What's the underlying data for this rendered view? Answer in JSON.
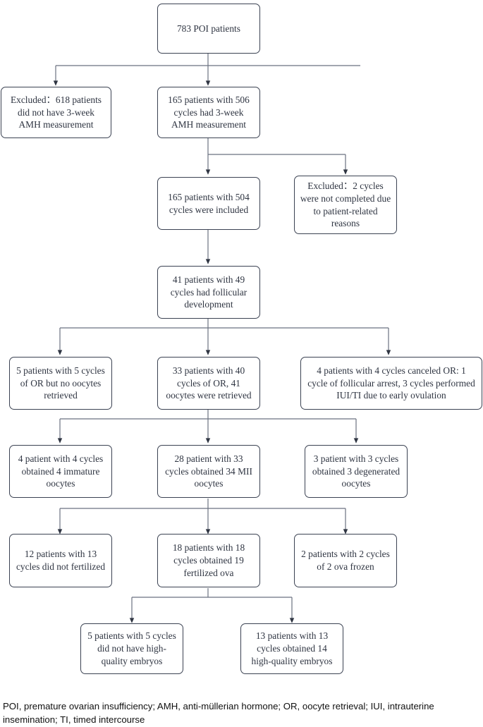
{
  "diagram": {
    "type": "flowchart",
    "title": "POI patient cohort flow diagram",
    "stroke_color": "#3b4252",
    "text_color": "#2f3542",
    "background": "#ffffff",
    "nodes": [
      {
        "id": "n1",
        "label": "783 POI patients"
      },
      {
        "id": "n2",
        "label": "Excluded：618 patients did not have 3-week AMH measurement"
      },
      {
        "id": "n3",
        "label": "165 patients with 506 cycles had 3-week AMH measurement"
      },
      {
        "id": "n4",
        "label": "165 patients with 504 cycles were included"
      },
      {
        "id": "n5",
        "label": "Excluded：2 cycles were not completed due to patient-related reasons"
      },
      {
        "id": "n6",
        "label": "41 patients with 49 cycles had follicular development"
      },
      {
        "id": "n7",
        "label": "5 patients with 5 cycles of OR but no oocytes retrieved"
      },
      {
        "id": "n8",
        "label": "33 patients with 40 cycles of OR, 41 oocytes were retrieved"
      },
      {
        "id": "n9",
        "label": "4 patients with 4 cycles canceled OR: 1 cycle of follicular arrest, 3 cycles performed IUI/TI due to early ovulation"
      },
      {
        "id": "n10",
        "label": "4 patient with 4 cycles obtained 4 immature oocytes"
      },
      {
        "id": "n11",
        "label": "28 patient with 33 cycles obtained 34 MII oocytes"
      },
      {
        "id": "n12",
        "label": "3 patient with 3 cycles obtained 3 degenerated oocytes"
      },
      {
        "id": "n13",
        "label": "12 patients with 13 cycles did not fertilized"
      },
      {
        "id": "n14",
        "label": "18 patients with 18 cycles obtained 19 fertilized ova"
      },
      {
        "id": "n15",
        "label": "2 patients with 2 cycles of 2 ova frozen"
      },
      {
        "id": "n16",
        "label": "5 patients with 5 cycles did not have high-quality embryos"
      },
      {
        "id": "n17",
        "label": "13 patients with 13 cycles obtained 14 high-quality embryos"
      }
    ],
    "edges": [
      {
        "from": "n1",
        "to": "n2"
      },
      {
        "from": "n1",
        "to": "n3"
      },
      {
        "from": "n3",
        "to": "n4"
      },
      {
        "from": "n3",
        "to": "n5"
      },
      {
        "from": "n4",
        "to": "n6"
      },
      {
        "from": "n6",
        "to": "n7"
      },
      {
        "from": "n6",
        "to": "n8"
      },
      {
        "from": "n6",
        "to": "n9"
      },
      {
        "from": "n8",
        "to": "n10"
      },
      {
        "from": "n8",
        "to": "n11"
      },
      {
        "from": "n8",
        "to": "n12"
      },
      {
        "from": "n11",
        "to": "n13"
      },
      {
        "from": "n11",
        "to": "n14"
      },
      {
        "from": "n11",
        "to": "n15"
      },
      {
        "from": "n14",
        "to": "n16"
      },
      {
        "from": "n14",
        "to": "n17"
      }
    ]
  },
  "footnote": {
    "text": "POI, premature ovarian insufficiency; AMH, anti-müllerian hormone; OR, oocyte retrieval; IUI, intrauterine insemination; TI, timed intercourse"
  }
}
